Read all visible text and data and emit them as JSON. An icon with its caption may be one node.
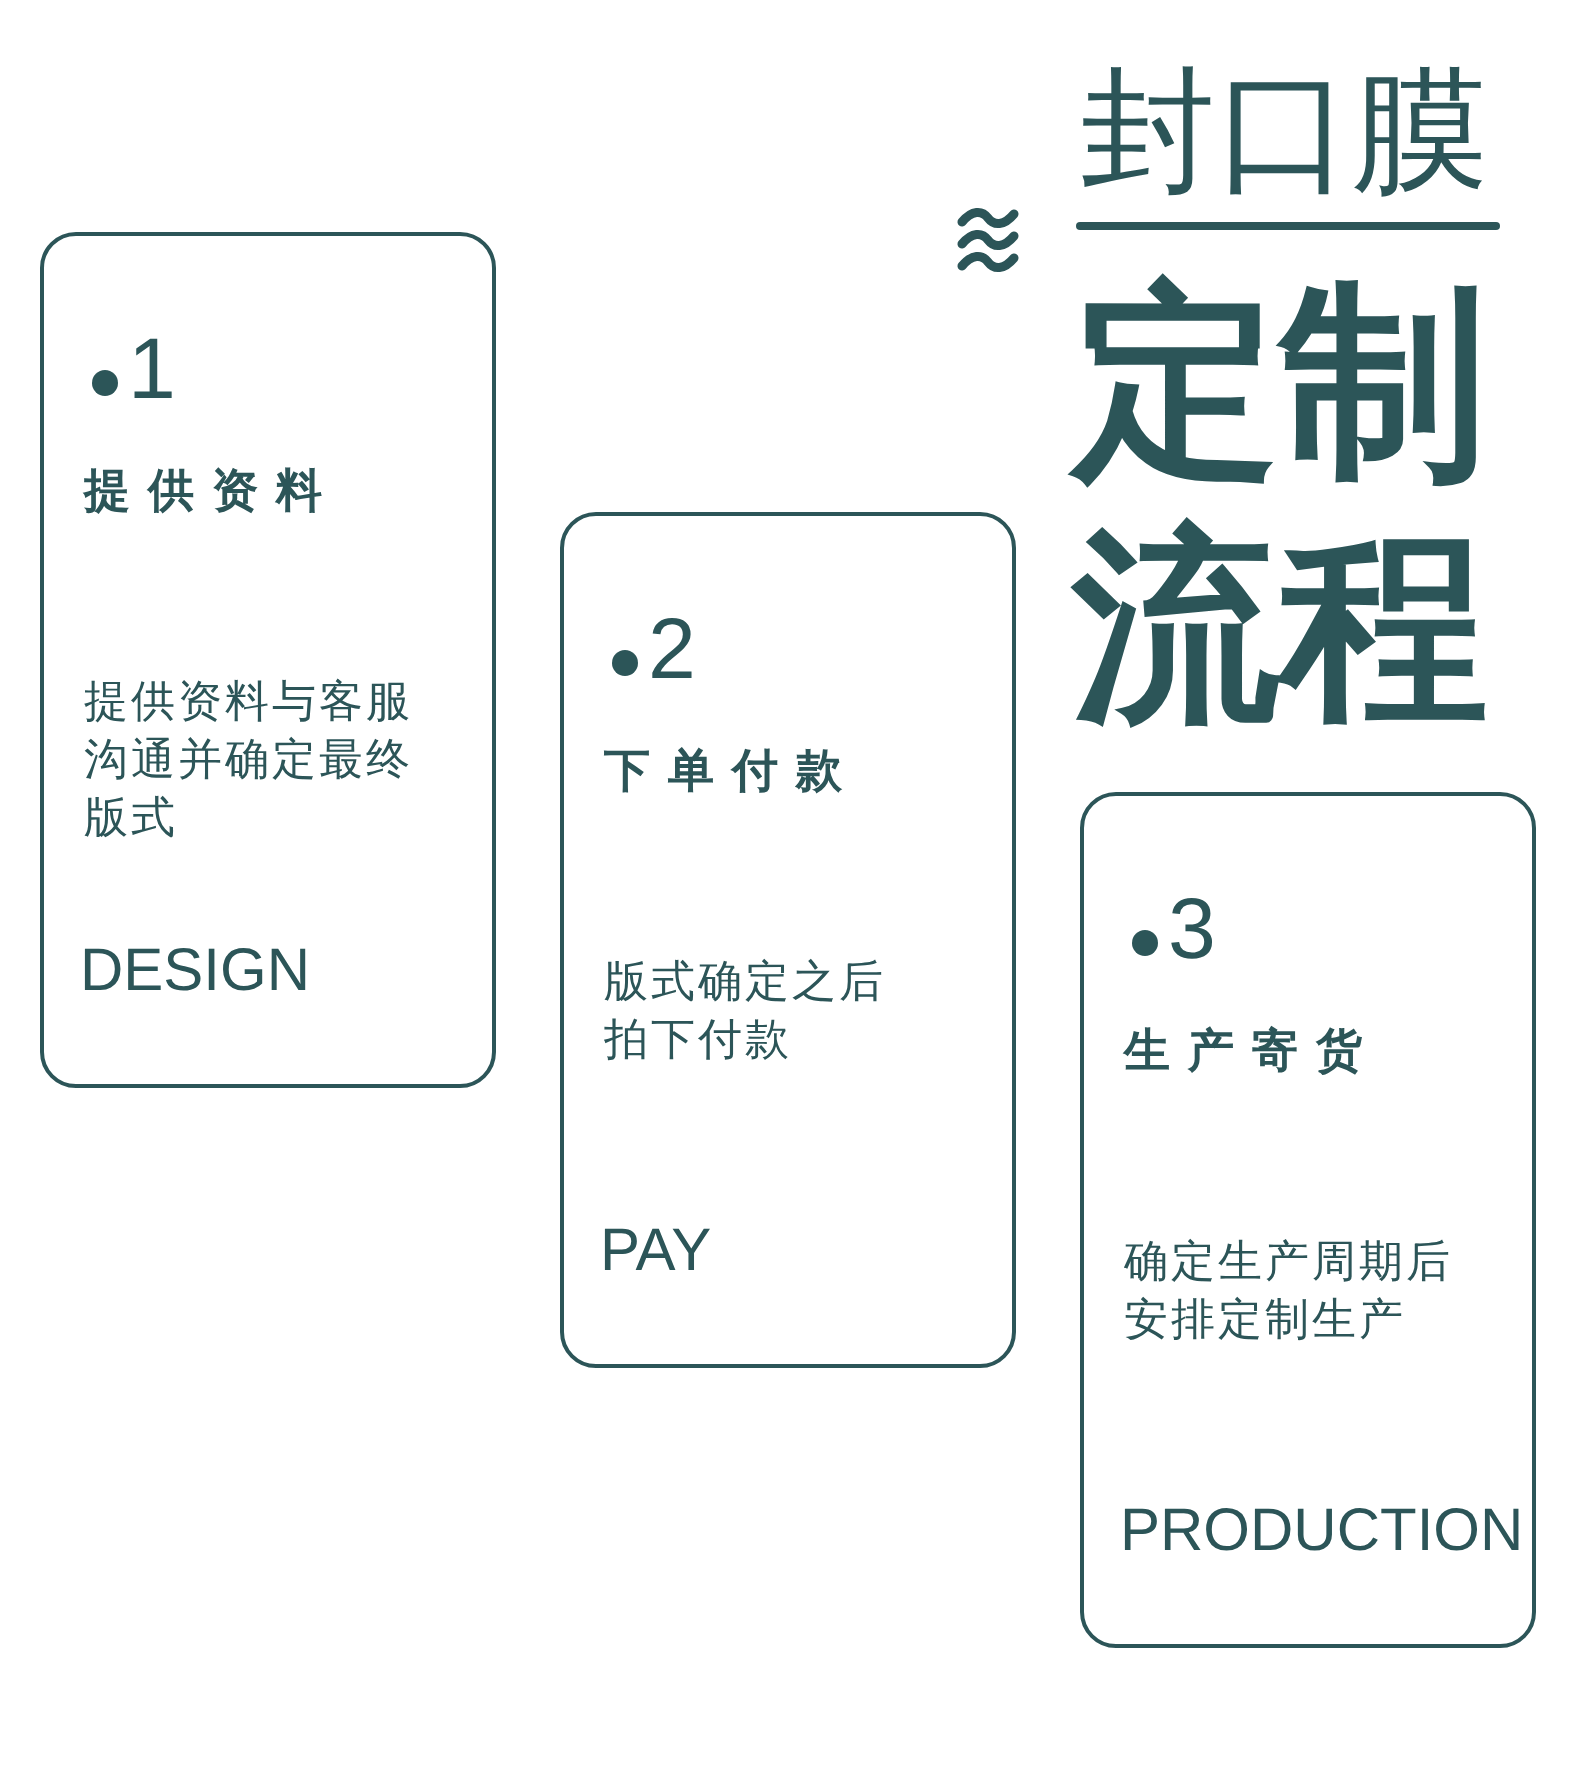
{
  "diagram": {
    "title": "封口膜",
    "nodes": [
      {
        "text": [
          "1",
          "提供资料",
          "提供资料与客服沟通并确定最终版式",
          "DESIGN"
        ]
      },
      {
        "text": [
          "2",
          "下单付款",
          "版式确定之后拍下付款",
          "PAY"
        ]
      },
      {
        "text": [
          "3",
          "生产寄货",
          "确定生产周期后安排定制生产",
          "PRODUCTION"
        ]
      }
    ],
    "labels": [
      "定制流程"
    ]
  }
}
